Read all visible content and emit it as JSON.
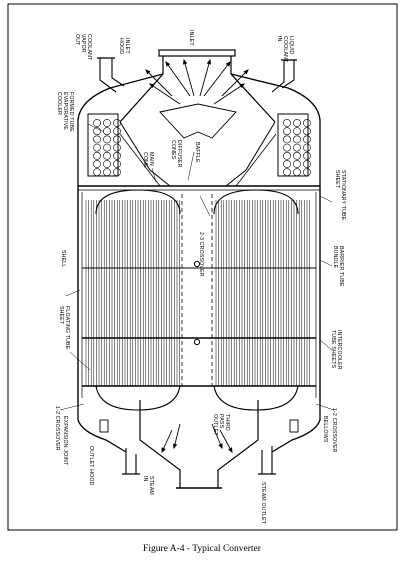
{
  "figure": {
    "caption": "Figure A-4  - Typical Converter"
  },
  "labels": {
    "coolant_vapor_out": [
      "COOLANT",
      "VAPOR",
      "OUT"
    ],
    "inlet_hood": [
      "INLET",
      "HOOD"
    ],
    "inlet": "INLET",
    "liquid_coolant_in": [
      "LIQUID",
      "COOLANT",
      "IN"
    ],
    "formed_tube_evaporative_cooler": [
      "FORMED TUBE",
      "EVAPORATIVE",
      "COOLER"
    ],
    "main_cone": [
      "MAIN",
      "CONE"
    ],
    "diffuser_cones": [
      "DIFFUSER",
      "CONES"
    ],
    "baffle": "BAFFLE",
    "stationary_tube_sheet": [
      "STATIONARY TUBE",
      "SHEET"
    ],
    "crossover_2_3": "2-3 CROSSOVER",
    "shell": "SHELL",
    "barrier_tube_bundle": [
      "BARRIER TUBE",
      "BUNDLE"
    ],
    "floating_tube_sheet": [
      "FLOATING TUBE",
      "SHEET"
    ],
    "intercooler_tube_sheets": [
      "INTERCOOLER",
      "TUBE SHEETS"
    ],
    "crossover_1_2_left": "1-2 CROSSOVER",
    "expansion_joint": "EXPANSION JOINT",
    "outlet_hood": "OUTLET HOOD",
    "third_pass_outlet": [
      "THIRD",
      "PASS",
      "OUTLET"
    ],
    "steam_inlet": [
      "STEAM",
      "IN"
    ],
    "steam_outlet": "STEAM OUTLET",
    "bellows": "BELLOWS",
    "crossover_1_2_right": "1-2 CROSSOVER"
  }
}
